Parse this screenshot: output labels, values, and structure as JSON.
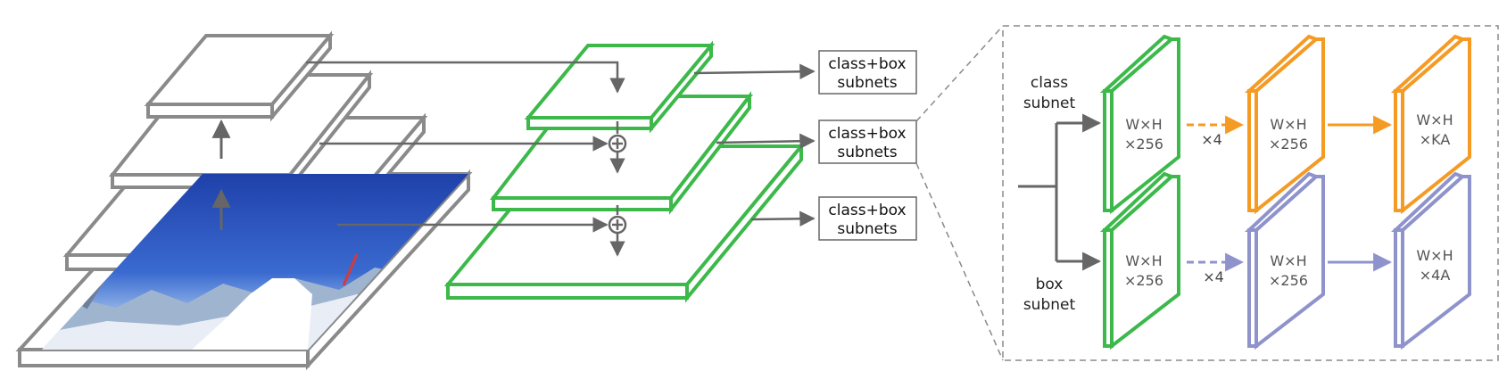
{
  "subnet_boxes": [
    {
      "line1": "class+box",
      "line2": "subnets"
    },
    {
      "line1": "class+box",
      "line2": "subnets"
    },
    {
      "line1": "class+box",
      "line2": "subnets"
    }
  ],
  "detail": {
    "class_label": {
      "line1": "class",
      "line2": "subnet"
    },
    "box_label": {
      "line1": "box",
      "line2": "subnet"
    },
    "class_row": {
      "p1": {
        "line1": "W×H",
        "line2": "×256"
      },
      "repeat": "×4",
      "p2": {
        "line1": "W×H",
        "line2": "×256"
      },
      "p3": {
        "line1": "W×H",
        "line2": "×KA"
      }
    },
    "box_row": {
      "p1": {
        "line1": "W×H",
        "line2": "×256"
      },
      "repeat": "×4",
      "p2": {
        "line1": "W×H",
        "line2": "×256"
      },
      "p3": {
        "line1": "W×H",
        "line2": "×4A"
      }
    }
  },
  "colors": {
    "backbone": "#8a8a8a",
    "fpn": "#3cb94a",
    "class_path": "#f59a23",
    "box_path": "#8f93cc",
    "arrow": "#666666",
    "dashed_frame": "#8a8a8a"
  },
  "icons": [
    "plus-circle-icon",
    "arrow-icon",
    "snow-photo-image"
  ]
}
